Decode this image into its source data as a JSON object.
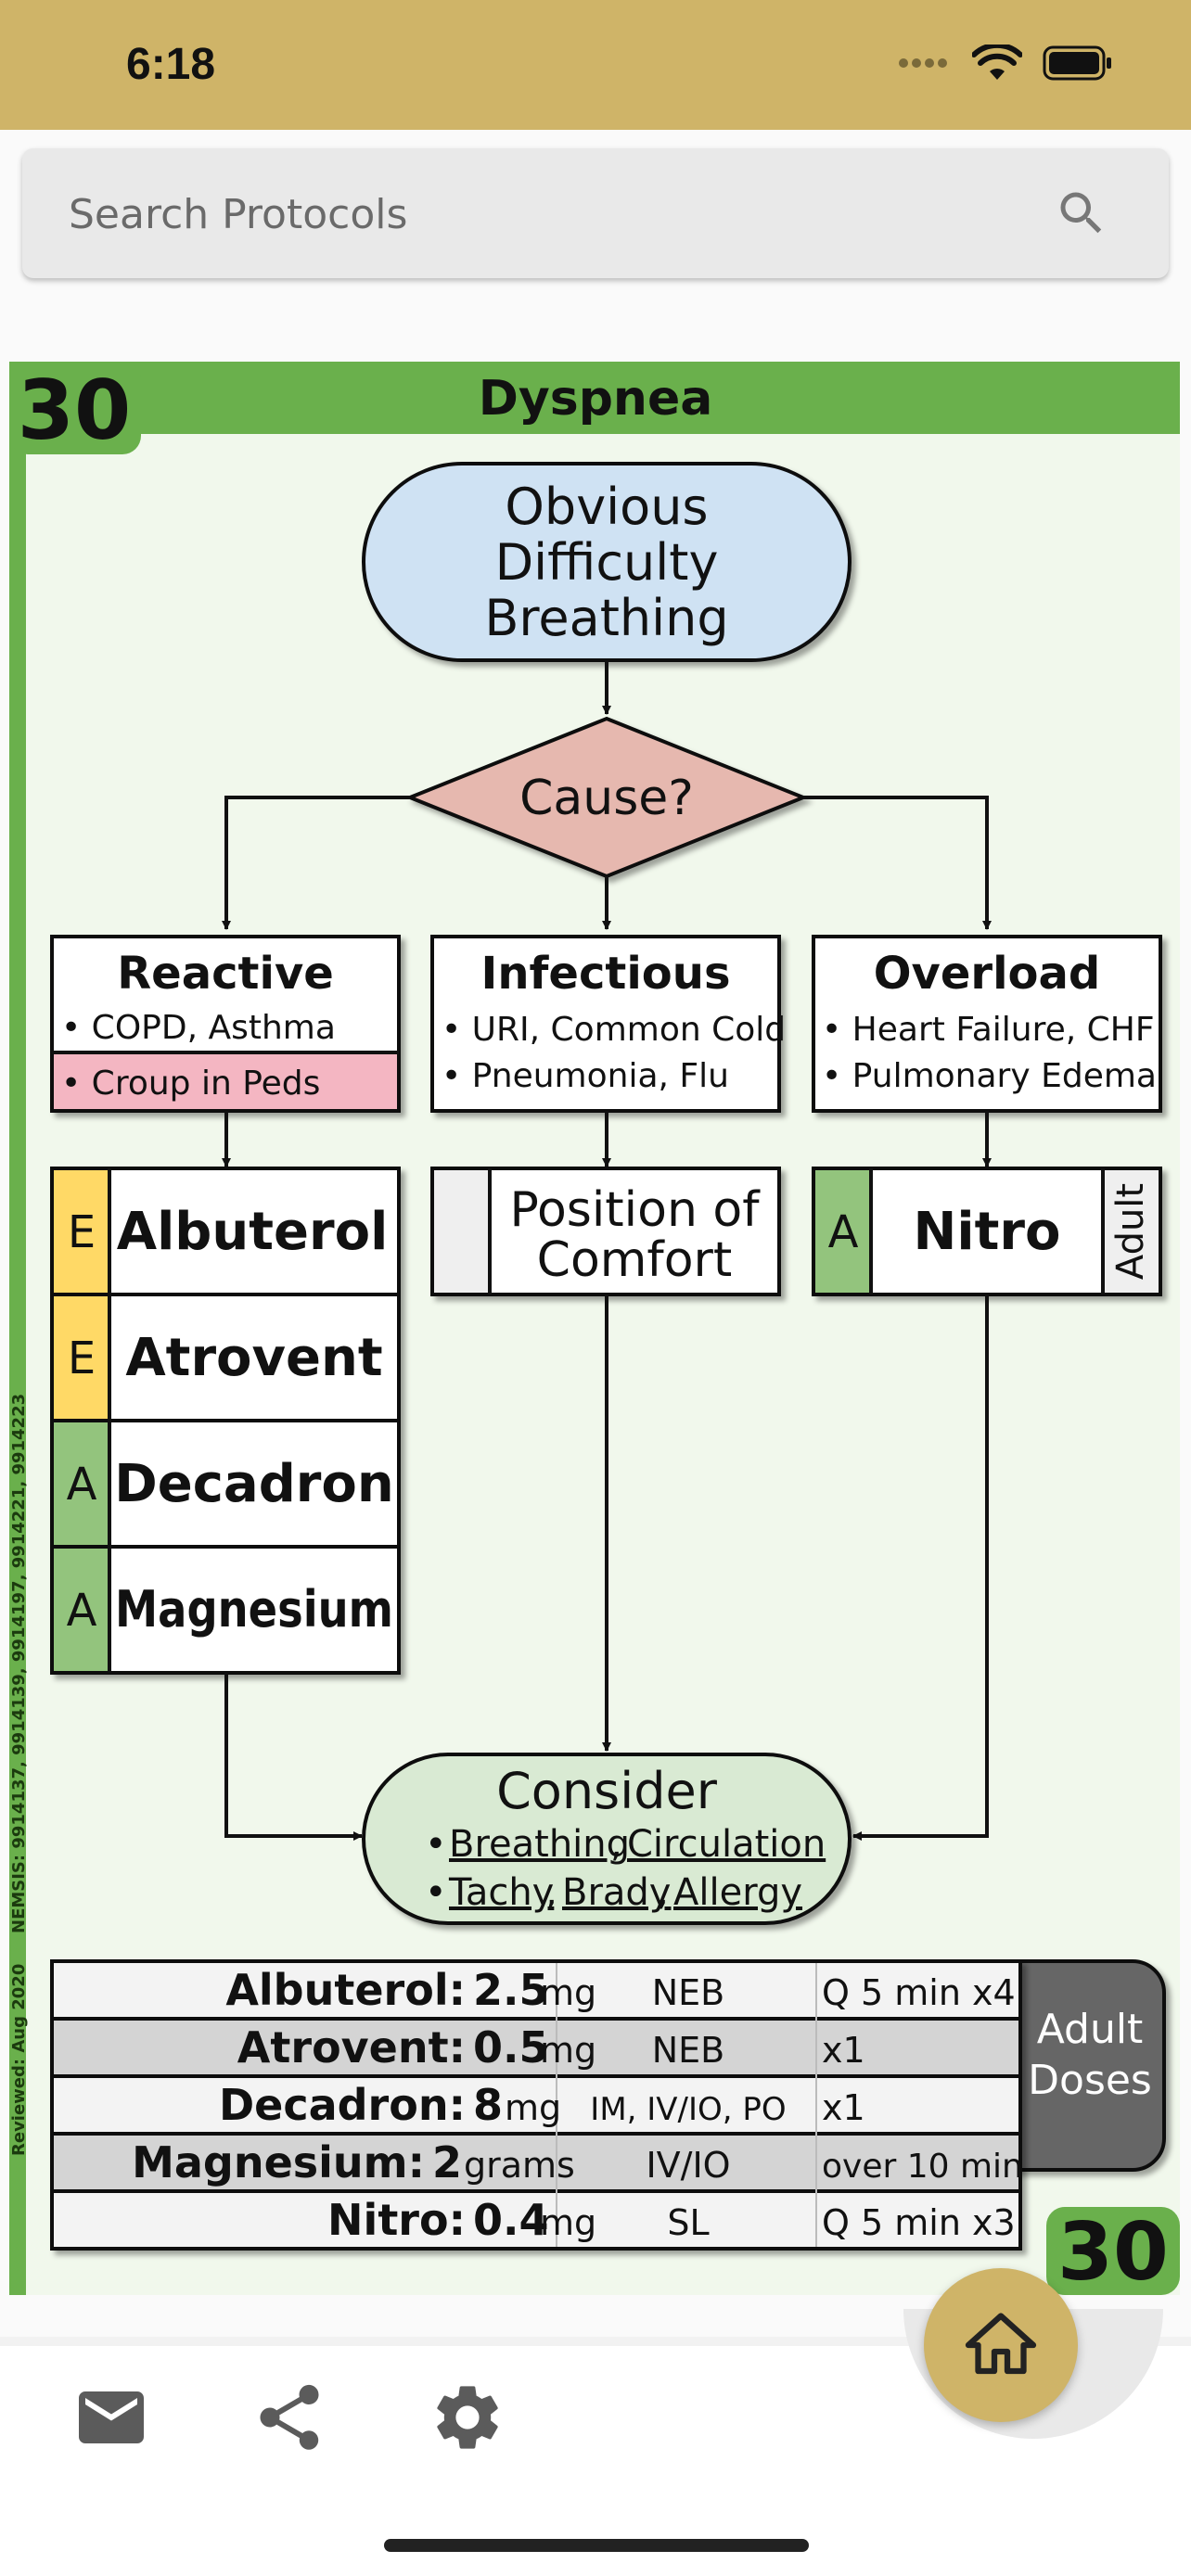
{
  "status": {
    "time": "6:18"
  },
  "search": {
    "placeholder": "Search Protocols"
  },
  "protocol": {
    "number": "30",
    "title": "Dyspnea",
    "start": [
      "Obvious",
      "Difficulty",
      "Breathing"
    ],
    "decision": "Cause?",
    "branches": {
      "reactive": {
        "title": "Reactive",
        "items": [
          "• COPD, Asthma",
          "• Croup in Peds"
        ]
      },
      "infectious": {
        "title": "Infectious",
        "items": [
          "• URI, Common Cold",
          "• Pneumonia, Flu"
        ]
      },
      "overload": {
        "title": "Overload",
        "items": [
          "• Heart Failure, CHF",
          "• Pulmonary Edema"
        ]
      }
    },
    "reactive_meds": [
      {
        "level": "E",
        "name": "Albuterol"
      },
      {
        "level": "E",
        "name": "Atrovent"
      },
      {
        "level": "A",
        "name": "Decadron"
      },
      {
        "level": "A",
        "name": "Magnesium"
      }
    ],
    "position": [
      "Position of",
      "Comfort"
    ],
    "nitro": {
      "level": "A",
      "name": "Nitro",
      "tag": "Adult"
    },
    "consider": {
      "title": "Consider",
      "bullet": "•",
      "comma": ",",
      "line1": [
        "Breathing",
        "Circulation"
      ],
      "line2": [
        "Tachy",
        "Brady",
        "Allergy"
      ]
    },
    "doses": [
      {
        "drug": "Albuterol:",
        "amount": "2.5",
        "unit": "mg",
        "route": "NEB",
        "freq": "Q 5 min x4"
      },
      {
        "drug": "Atrovent:",
        "amount": "0.5",
        "unit": "mg",
        "route": "NEB",
        "freq": "x1"
      },
      {
        "drug": "Decadron:",
        "amount": "8",
        "unit": "mg",
        "route": "IM, IV/IO, PO",
        "freq": "x1"
      },
      {
        "drug": "Magnesium:",
        "amount": "2",
        "unit": "grams",
        "route": "IV/IO",
        "freq": "over 10 min"
      },
      {
        "drug": "Nitro:",
        "amount": "0.4",
        "unit": "mg",
        "route": "SL",
        "freq": "Q 5 min x3"
      }
    ],
    "dose_tag": [
      "Adult",
      "Doses"
    ],
    "side_nemsis": "NEMSIS: 9914137, 9914139, 9914197, 9914221, 9914223",
    "side_reviewed": "Reviewed: Aug 2020"
  },
  "colors": {
    "gold": "#cfb468",
    "green": "#6ab04c",
    "start_blue": "#cfe2f3",
    "decision_pink": "#e6b8af",
    "consider_green": "#d9ead3",
    "emt_yellow": "#ffd966",
    "aemt_green": "#93c47d",
    "peds_pink": "#f4b6c2"
  },
  "icons": [
    "search-icon",
    "wifi-icon",
    "battery-icon",
    "signal-icon",
    "home-icon",
    "mail-icon",
    "share-icon",
    "gear-icon"
  ]
}
